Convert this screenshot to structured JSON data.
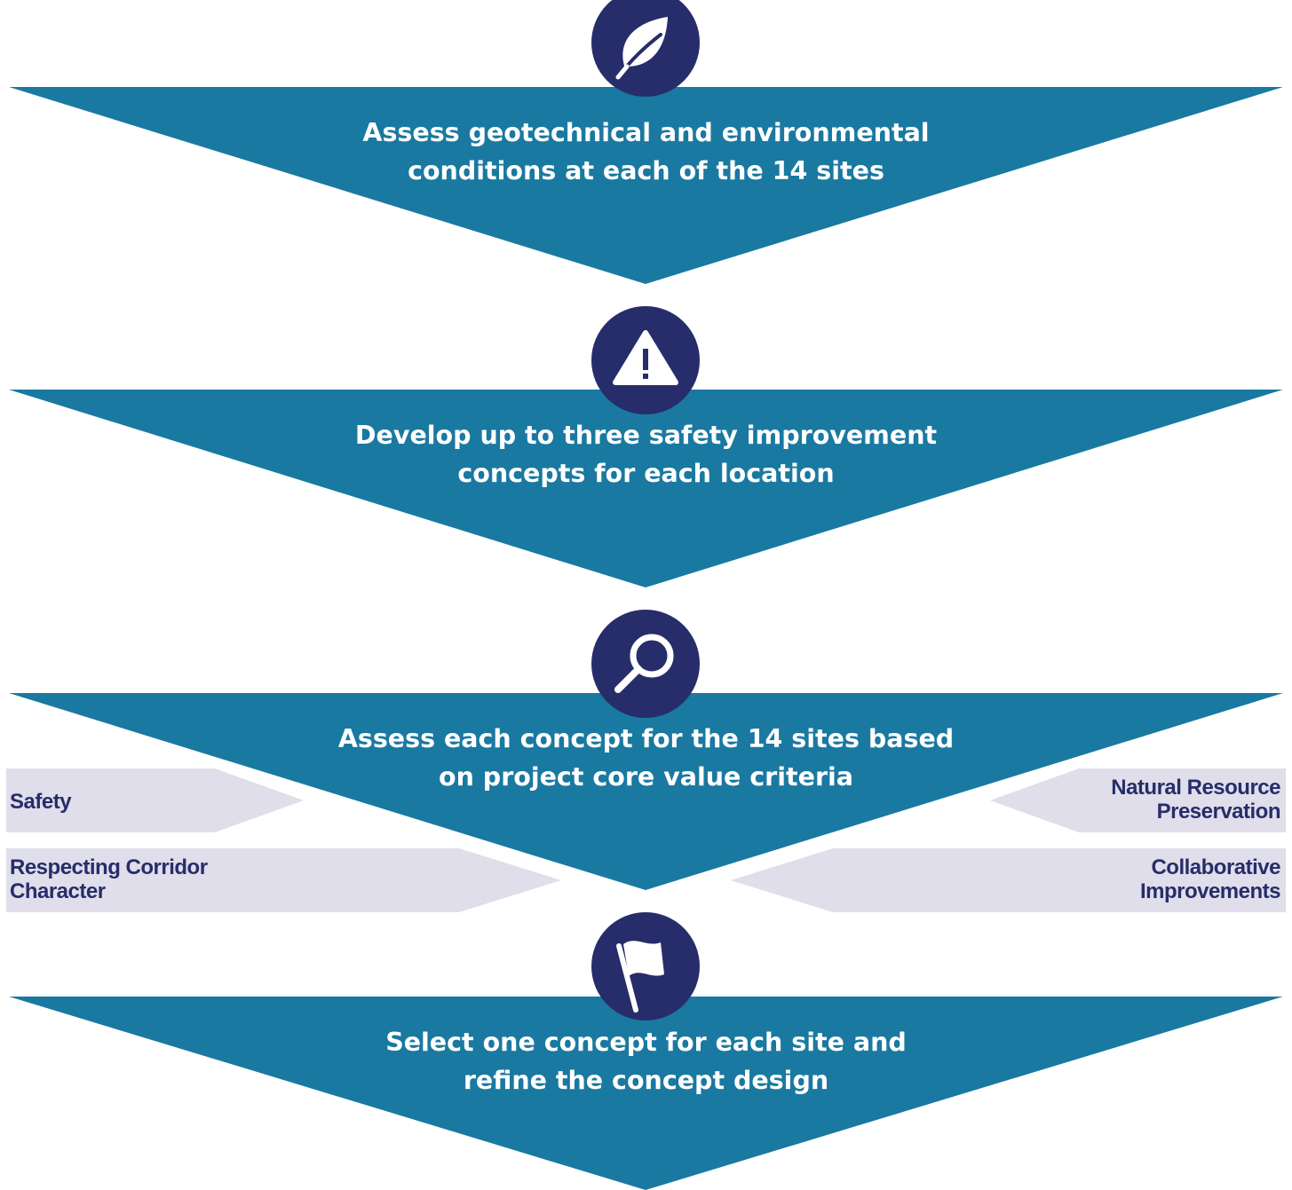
{
  "colors": {
    "chevron": "#1979a1",
    "badge": "#272d6a",
    "criteria_fill": "#dfdeea",
    "text_on_chevron": "#ffffff",
    "criteria_text": "#272d6a"
  },
  "steps": [
    {
      "icon": "leaf-icon",
      "text": "Assess geotechnical and environmental\nconditions at each of the 14 sites"
    },
    {
      "icon": "warning-icon",
      "text": "Develop up to three safety improvement\nconcepts for each location"
    },
    {
      "icon": "magnifier-icon",
      "text": "Assess each concept for the 14 sites based\non project core value criteria"
    },
    {
      "icon": "flag-icon",
      "text": "Select one concept for each site and\nrefine the concept design"
    }
  ],
  "criteria": {
    "left": [
      "Safety",
      "Respecting Corridor\nCharacter"
    ],
    "right": [
      "Natural Resource\nPreservation",
      "Collaborative\nImprovements"
    ]
  }
}
